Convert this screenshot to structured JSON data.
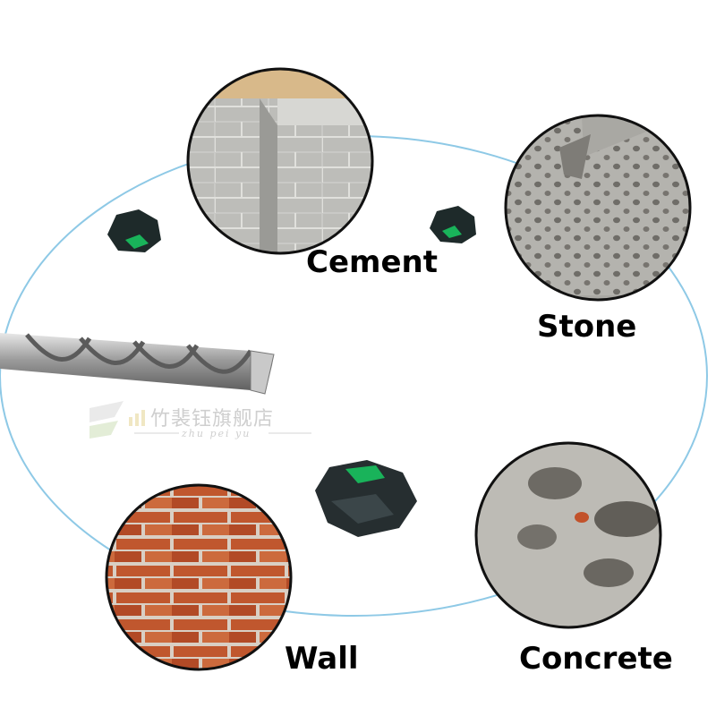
{
  "materials": {
    "cement": "Cement",
    "stone": "Stone",
    "wall": "Wall",
    "concrete": "Concrete"
  },
  "watermark": {
    "title": "竹裴钰旗舰店",
    "subtitle": "zhu pei yu"
  },
  "colors": {
    "ring": "#8ec9e6",
    "circle_border": "#111111",
    "gem": "#1e2a2a",
    "gem_accent": "#19b35a"
  }
}
